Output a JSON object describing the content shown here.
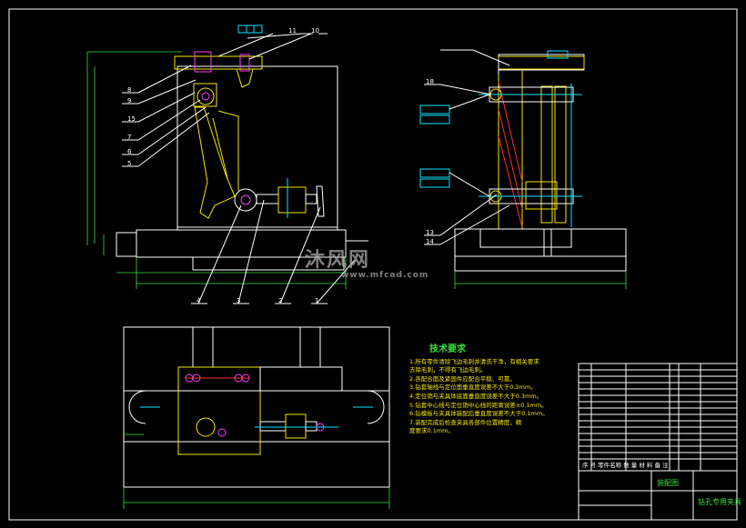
{
  "drawing": {
    "part_labels_front": [
      "11",
      "10",
      "8",
      "9",
      "15",
      "7",
      "6",
      "5",
      "4",
      "3",
      "2",
      "1"
    ],
    "part_labels_side": [
      "18",
      "13",
      "14"
    ],
    "tech_requirements": {
      "title": "技术要求",
      "items": [
        "1.所有零件清除飞边毛刺并清洗干净，有相关要求",
        "  去除毛刺，不得有飞边毛刺。",
        "2.各配合面及紧固件应配合平稳、可靠。",
        "3.钻套轴线与定位面垂直度误差不大于0.3mm。",
        "4.定位销与夹具体底面垂直度误差不大于0.3mm。",
        "5.钻套中心线与定位销中心线的距离误差±0.1mm。",
        "6.钻模板与夹具体装配后垂直度误差不大于0.1mm。",
        "7.装配完成后检查夹具各部件位置精度，精",
        "  度要求0.1mm。"
      ]
    },
    "title_block": {
      "drawing_name": "装配图",
      "product_name": "钻孔专用夹具",
      "header": "序 号  零件名称  数 量  材 料  备 注"
    },
    "watermark": {
      "brand": "沐风网",
      "url": "www.mfcad.com"
    }
  }
}
